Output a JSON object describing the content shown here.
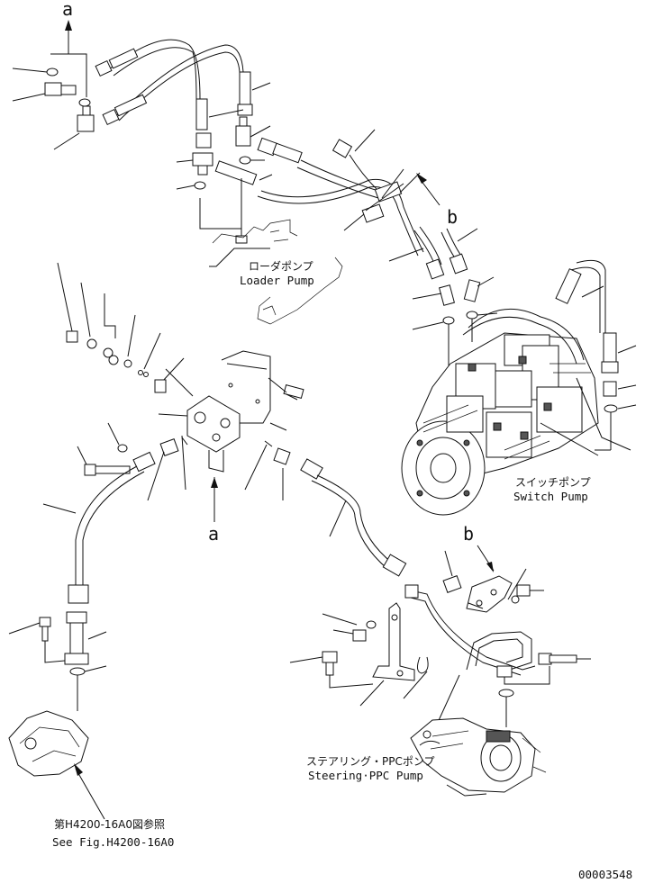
{
  "markers": {
    "a_top": "a",
    "a_bottom": "a",
    "b_upper": "b",
    "b_lower": "b"
  },
  "labels": {
    "loader_pump_jp": "ローダポンプ",
    "loader_pump_en": "Loader Pump",
    "switch_pump_jp": "スイッチポンプ",
    "switch_pump_en": "Switch Pump",
    "steering_pump_jp": "ステアリング・PPCポンプ",
    "steering_pump_en": "Steering·PPC Pump",
    "see_fig_jp": "第H4200-16A0図参照",
    "see_fig_en": "See Fig.H4200-16A0"
  },
  "drawing_number": "00003548"
}
